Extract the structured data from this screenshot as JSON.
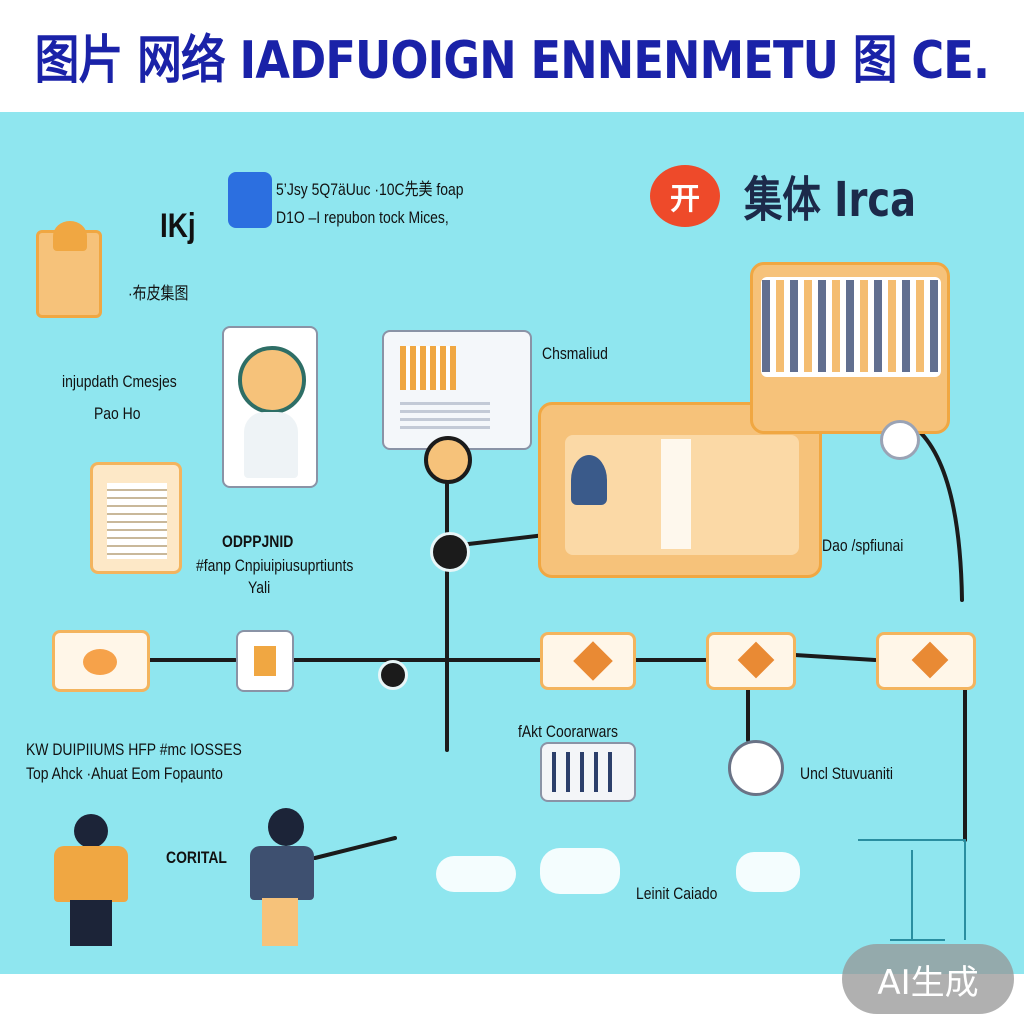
{
  "header": {
    "title": "图片 网络 IADFUOIGN ENNENMETU 图 CE."
  },
  "top_right": {
    "badge": "开",
    "title": "集体 Irca"
  },
  "labels": {
    "top_note_1": "5’Jsy 5Q7äUuc ·10C先美 foap",
    "top_note_2": "D1O –I repubon tock Mices,",
    "logo_mark": "IKj",
    "left_caption": "·布皮集图",
    "left_group_1": "injupdath Cmesjes",
    "left_group_2": "Pao Ho",
    "center_right_caption": "Chsmaliud",
    "middle_title": "ODPPJNID",
    "middle_sub_1": "#fanp Cnpiuipiusuprtiunts",
    "middle_sub_2": "Yali",
    "right_caption": "Dao /spfiunai",
    "bottom_left_1": "KW DUIPIIUMS HFP #mc IOSSES",
    "bottom_left_2": "Top Ahck ·Ahuat   Eom Fopaunto",
    "bottom_center": "fAkt Coorarwars",
    "bottom_right": "Uncl Stuvuaniti",
    "corital": "CORITAL",
    "bottom_center_2": "Leinit Caiado"
  },
  "watermark": "AI生成",
  "colors": {
    "background": "#8fe6ef",
    "title_blue": "#1a22a8",
    "orange": "#f6c27a",
    "orange_border": "#f0a742",
    "accent_red": "#ee4a2a"
  }
}
